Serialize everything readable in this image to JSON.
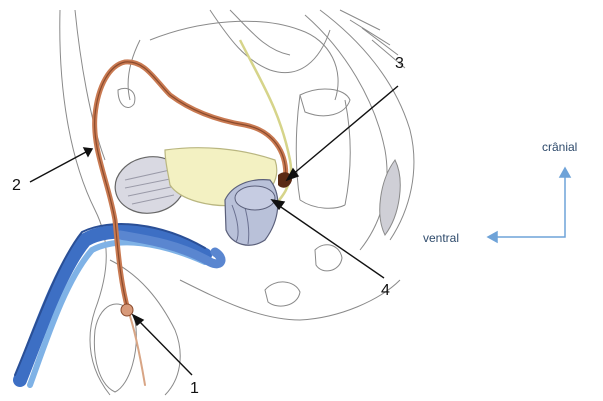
{
  "diagram": {
    "callouts": [
      {
        "number": "1"
      },
      {
        "number": "2"
      },
      {
        "number": "3"
      },
      {
        "number": "4"
      }
    ],
    "orientation": {
      "cranial_label": "crânial",
      "ventral_label": "ventral"
    }
  },
  "colors": {
    "outline": "#6f6f6f",
    "light_outline": "#b5b5b5",
    "duct": "#c97a52",
    "duct_dark": "#8a4a2c",
    "urethra_blue": "#3d6fc4",
    "urethra_light": "#7fb2e6",
    "bladder_fill": "#f3f1c2",
    "gland_fill": "#b9c1d9",
    "leader": "#111111",
    "arrow_blue": "#6fa3d8",
    "label_text": "#2e4a6b"
  }
}
